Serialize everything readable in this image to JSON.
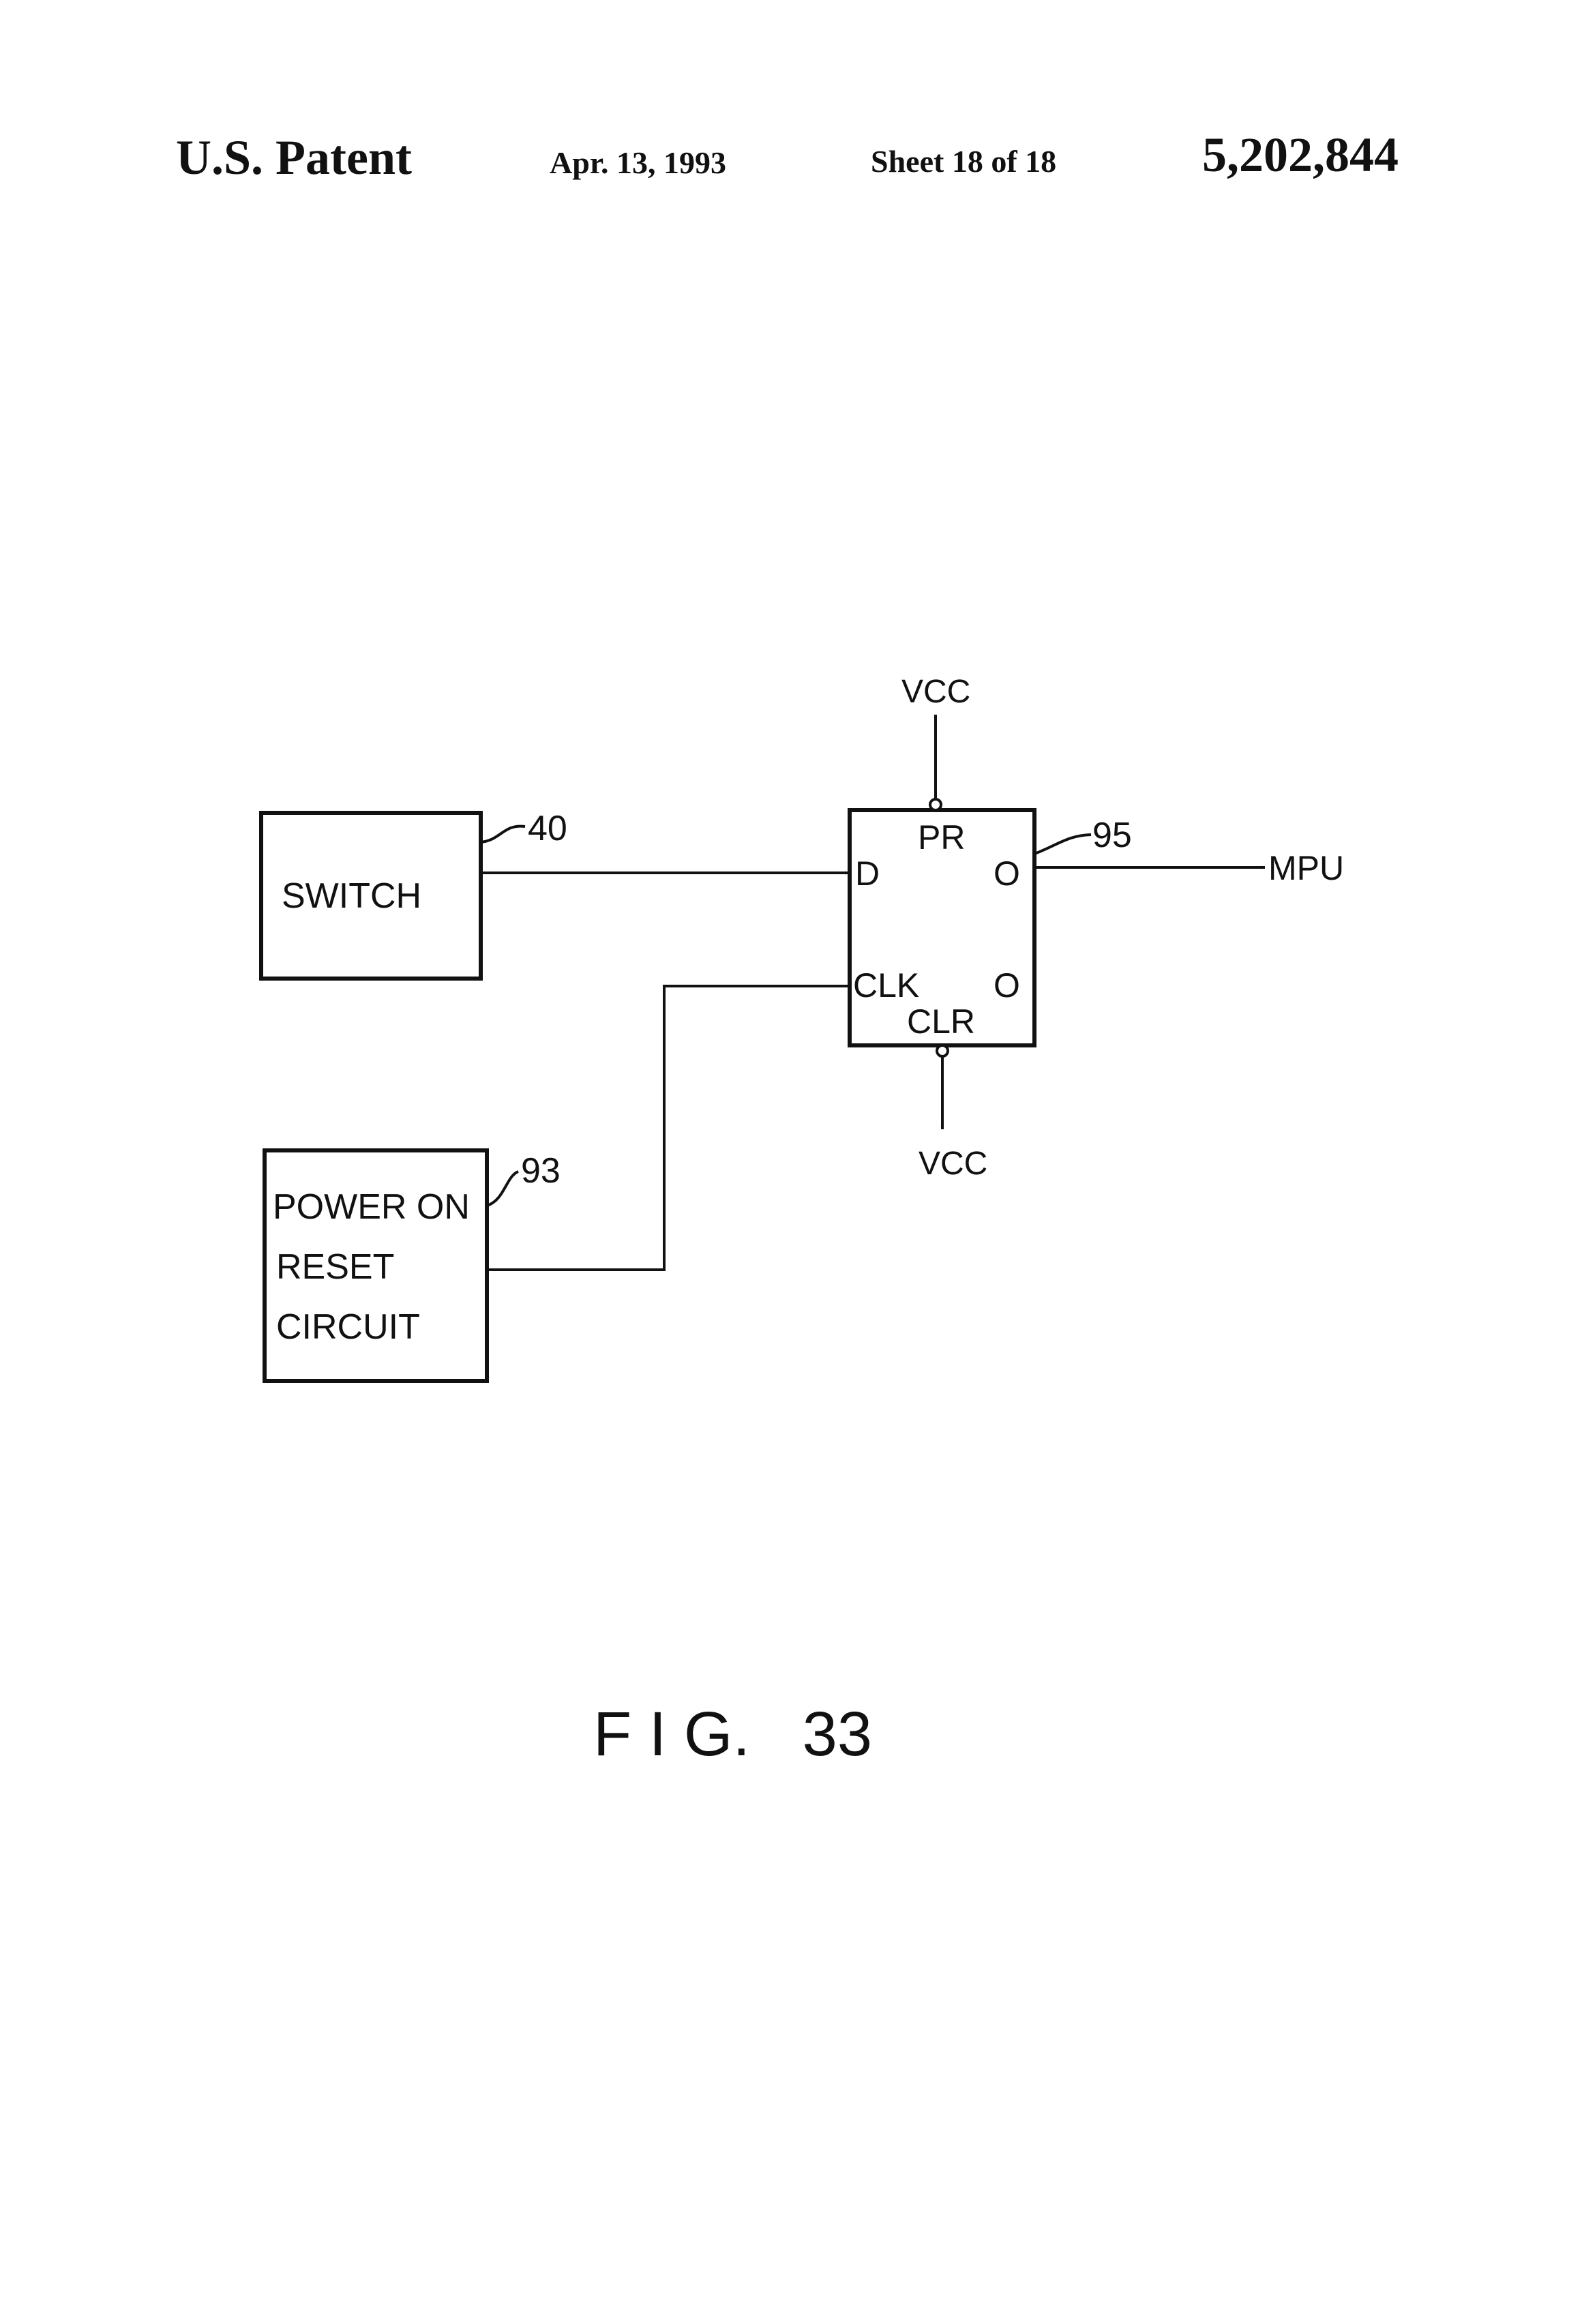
{
  "header": {
    "title": "U.S. Patent",
    "date": "Apr. 13, 1993",
    "sheet": "Sheet 18 of 18",
    "patent_number": "5,202,844"
  },
  "diagram": {
    "switch": {
      "label": "SWITCH",
      "ref": "40"
    },
    "reset_circuit": {
      "label_lines": [
        "POWER ON",
        "RESET",
        "CIRCUIT"
      ],
      "ref": "93"
    },
    "flipflop": {
      "ref": "95",
      "pins": {
        "pr": "PR",
        "d": "D",
        "q": "O",
        "clk": "CLK",
        "qbar": "O",
        "clr": "CLR"
      }
    },
    "vcc_top": "VCC",
    "vcc_bottom": "VCC",
    "output": "MPU"
  },
  "figure_label": "F I G.   33"
}
